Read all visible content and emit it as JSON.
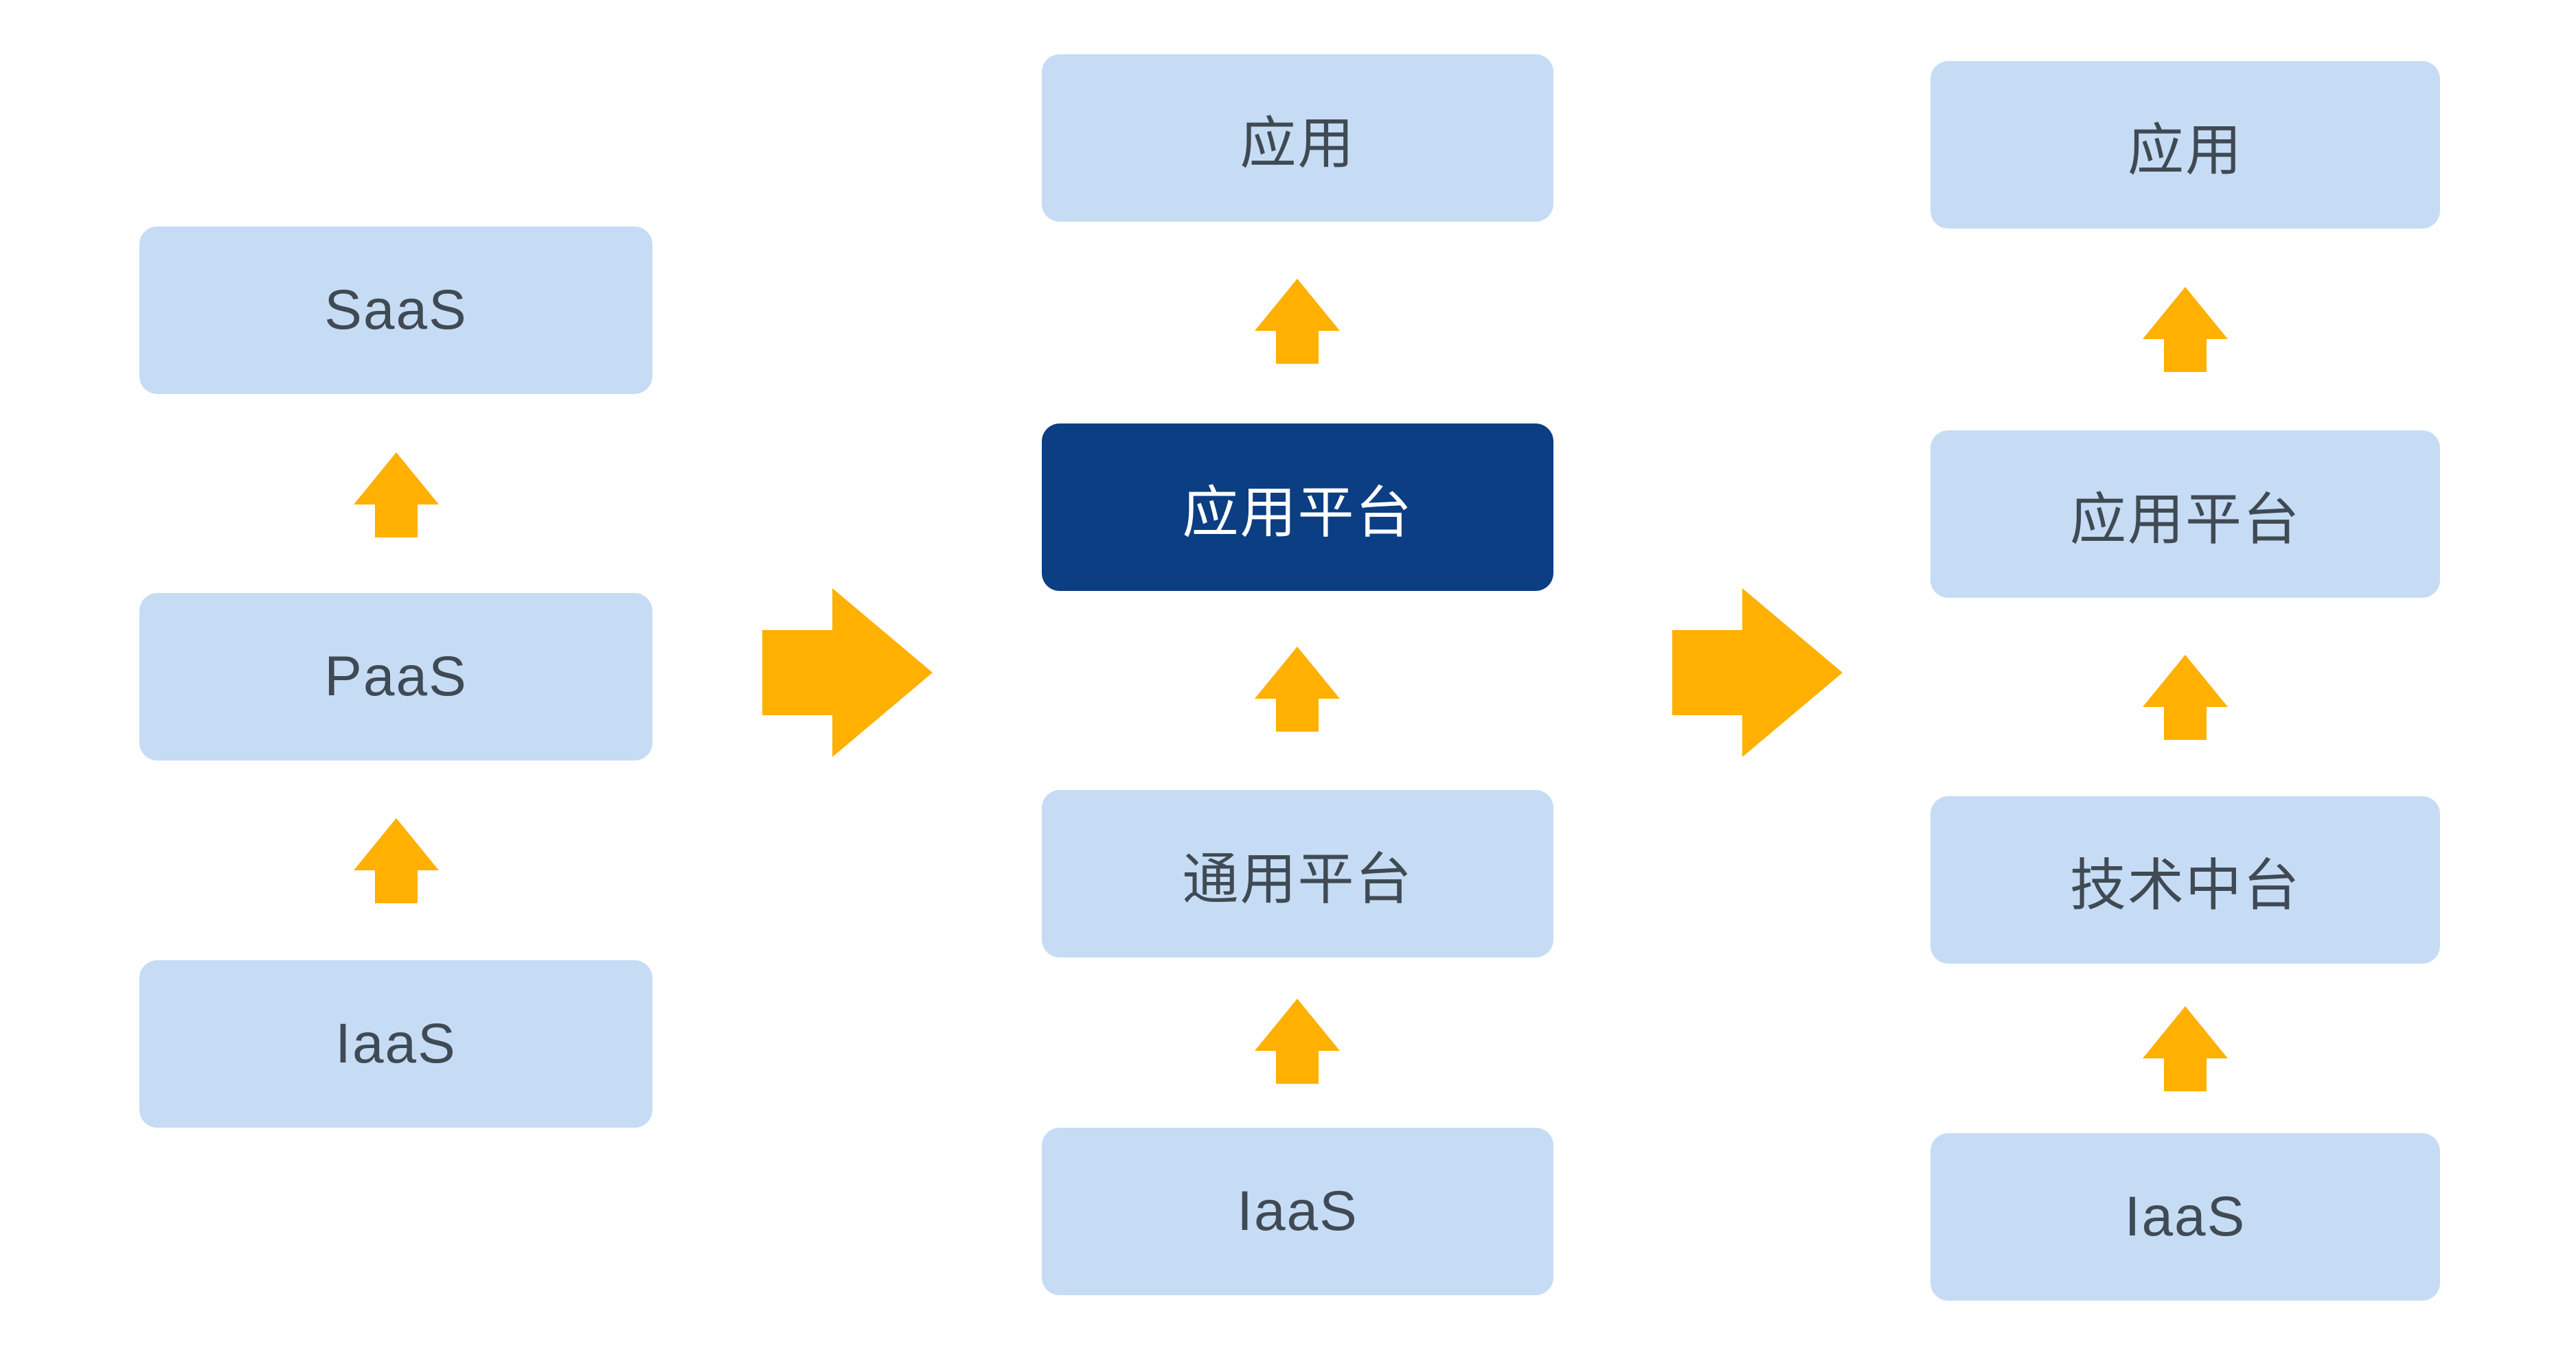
{
  "diagram": {
    "description_colors": {
      "background": "#FFFFFF",
      "light_box_fill": "#C6DCF4",
      "dark_box_fill": "#0B3E83",
      "arrow_fill": "#FFB000",
      "box_text": "#404A54",
      "dark_box_text": "#FFFFFF"
    },
    "columns": [
      {
        "name": "cloud-service-stack",
        "boxes": [
          {
            "label": "SaaS",
            "variant": "light"
          },
          {
            "label": "PaaS",
            "variant": "light"
          },
          {
            "label": "IaaS",
            "variant": "light"
          }
        ]
      },
      {
        "name": "platform-stack",
        "boxes": [
          {
            "label": "应用",
            "variant": "light"
          },
          {
            "label": "应用平台",
            "variant": "dark"
          },
          {
            "label": "通用平台",
            "variant": "light"
          },
          {
            "label": "IaaS",
            "variant": "light"
          }
        ]
      },
      {
        "name": "middle-platform-stack",
        "boxes": [
          {
            "label": "应用",
            "variant": "light"
          },
          {
            "label": "应用平台",
            "variant": "light"
          },
          {
            "label": "技术中台",
            "variant": "light"
          },
          {
            "label": "IaaS",
            "variant": "light"
          }
        ]
      }
    ],
    "icons": {
      "up_arrow": "up-arrow",
      "right_arrow": "right-arrow"
    }
  }
}
